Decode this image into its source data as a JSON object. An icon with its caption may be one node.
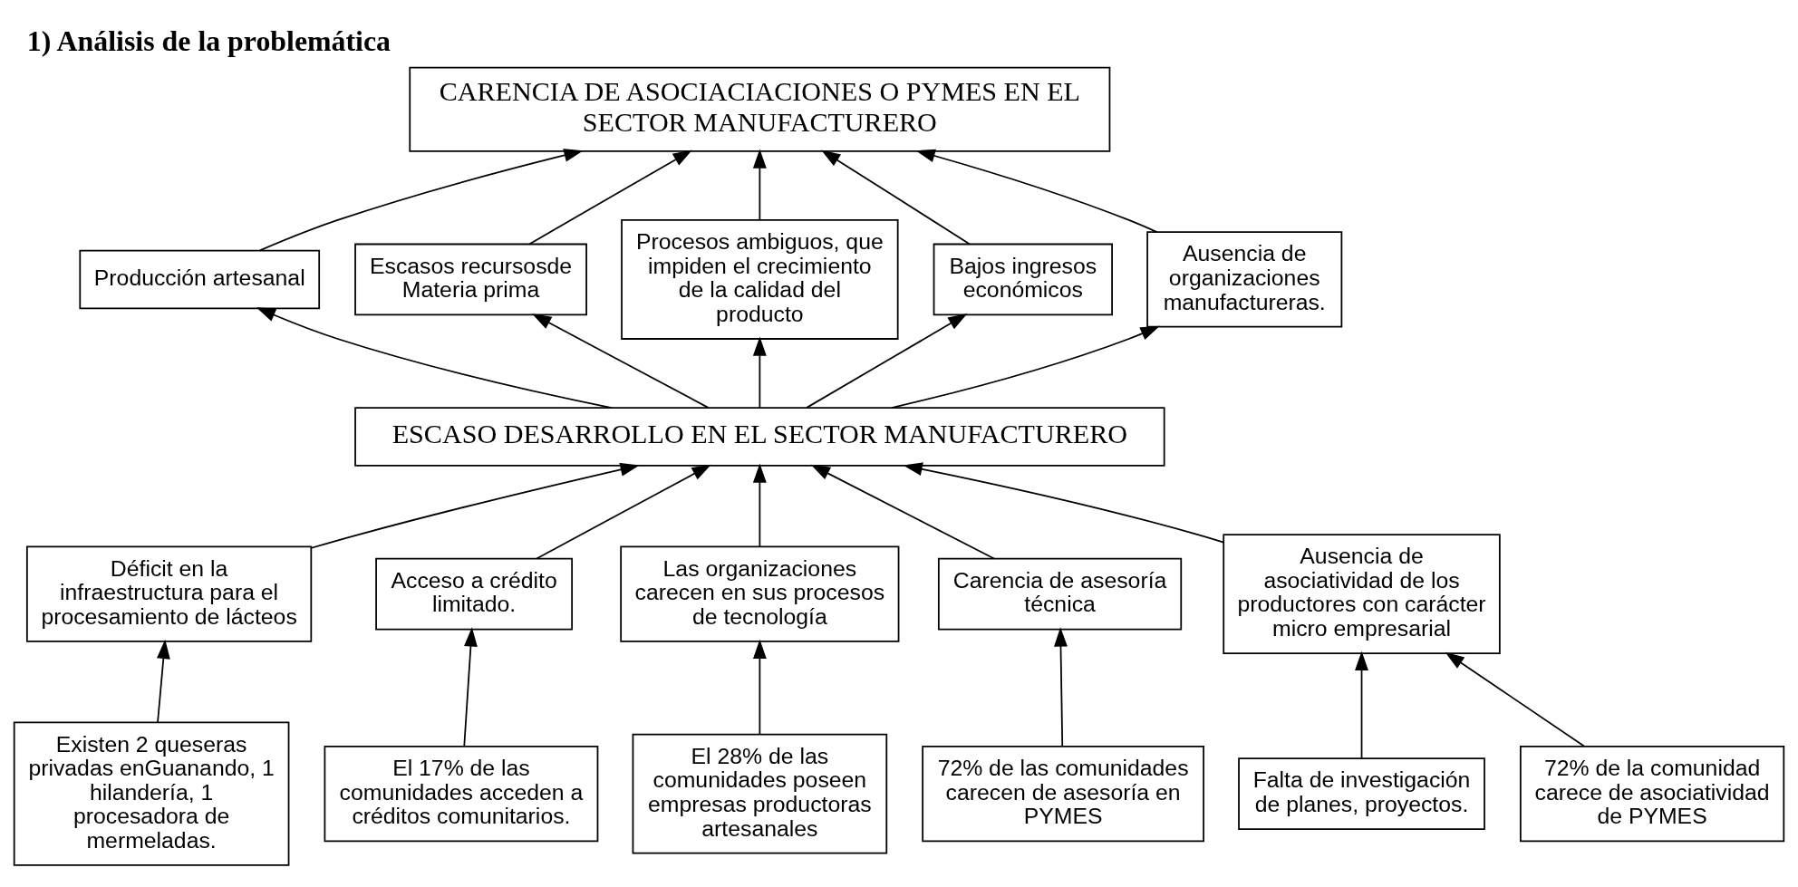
{
  "diagram": {
    "title": "1) Análisis de la problemática",
    "nodes": [
      {
        "text": [
          "CARENCIA DE ASOCIACIACIONES O PYMES EN EL SECTOR MANUFACTURERO"
        ]
      },
      {
        "text": [
          "Producción artesanal"
        ]
      },
      {
        "text": [
          "Escasos recursosde Materia prima"
        ]
      },
      {
        "text": [
          "Procesos ambiguos, que impiden el crecimiento de la calidad del producto"
        ]
      },
      {
        "text": [
          "Bajos ingresos económicos"
        ]
      },
      {
        "text": [
          "Ausencia de organizaciones manufactureras."
        ]
      },
      {
        "text": [
          "ESCASO DESARROLLO EN EL SECTOR MANUFACTURERO"
        ]
      },
      {
        "text": [
          "Déficit en la infraestructura para el procesamiento de lácteos"
        ]
      },
      {
        "text": [
          "Acceso a crédito limitado."
        ]
      },
      {
        "text": [
          "Las organizaciones carecen en sus procesos de tecnología"
        ]
      },
      {
        "text": [
          "Carencia de asesoría técnica"
        ]
      },
      {
        "text": [
          "Ausencia de asociatividad de los productores con carácter micro empresarial"
        ]
      },
      {
        "text": [
          "Existen 2 queseras privadas enGuanando, 1 hilandería, 1 procesadora de mermeladas."
        ]
      },
      {
        "text": [
          "El 17% de las comunidades acceden a créditos comunitarios."
        ]
      },
      {
        "text": [
          "El 28% de las comunidades poseen empresas productoras artesanales"
        ]
      },
      {
        "text": [
          "72% de las comunidades carecen de asesoría en PYMES"
        ]
      },
      {
        "text": [
          "Falta de investigación de planes, proyectos."
        ]
      },
      {
        "text": [
          "72% de la comunidad carece de asociatividad de PYMES"
        ]
      }
    ],
    "edges": [
      {
        "from": 1,
        "to": 0,
        "arrow": "to"
      },
      {
        "from": 2,
        "to": 0,
        "arrow": "to"
      },
      {
        "from": 3,
        "to": 0,
        "arrow": "to"
      },
      {
        "from": 4,
        "to": 0,
        "arrow": "to"
      },
      {
        "from": 5,
        "to": 0,
        "arrow": "to"
      },
      {
        "from": 6,
        "to": 1,
        "arrow": "to"
      },
      {
        "from": 6,
        "to": 2,
        "arrow": "to"
      },
      {
        "from": 6,
        "to": 3,
        "arrow": "to"
      },
      {
        "from": 6,
        "to": 4,
        "arrow": "to"
      },
      {
        "from": 6,
        "to": 5,
        "arrow": "to"
      },
      {
        "from": 7,
        "to": 6,
        "arrow": "to"
      },
      {
        "from": 8,
        "to": 6,
        "arrow": "to"
      },
      {
        "from": 9,
        "to": 6,
        "arrow": "to"
      },
      {
        "from": 10,
        "to": 6,
        "arrow": "to"
      },
      {
        "from": 11,
        "to": 6,
        "arrow": "to"
      },
      {
        "from": 12,
        "to": 7,
        "arrow": "to"
      },
      {
        "from": 13,
        "to": 8,
        "arrow": "to"
      },
      {
        "from": 14,
        "to": 9,
        "arrow": "to"
      },
      {
        "from": 15,
        "to": 10,
        "arrow": "to"
      },
      {
        "from": 16,
        "to": 11,
        "arrow": "to"
      },
      {
        "from": 17,
        "to": 11,
        "arrow": "to"
      }
    ]
  }
}
